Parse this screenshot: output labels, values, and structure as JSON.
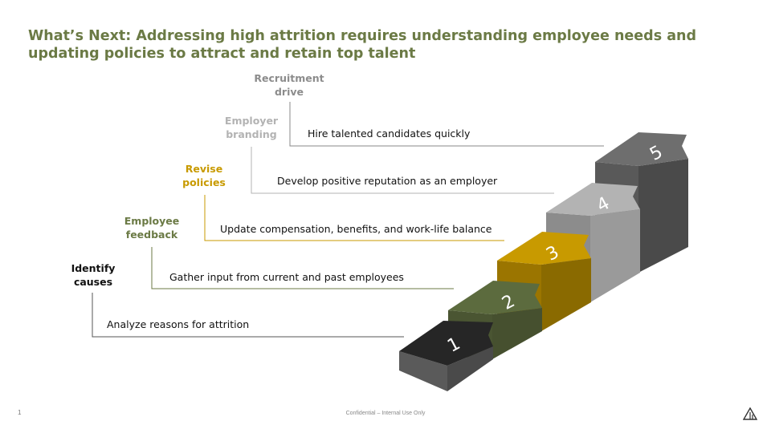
{
  "title": "What’s Next: Addressing high attrition requires understanding employee needs and updating policies to attract and retain top talent",
  "colors": {
    "title": "#6b7a45",
    "step1": "#262626",
    "step2": "#5c6b3e",
    "step3": "#c89a00",
    "step4": "#b3b3b3",
    "step5": "#6e6e6e"
  },
  "steps": [
    {
      "number": "1",
      "label": "Identify causes",
      "description": "Analyze reasons for attrition"
    },
    {
      "number": "2",
      "label": "Employee feedback",
      "description": "Gather input from current and past employees"
    },
    {
      "number": "3",
      "label": "Revise policies",
      "description": "Update compensation, benefits, and work-life balance"
    },
    {
      "number": "4",
      "label": "Employer branding",
      "description": "Develop positive reputation as an employer"
    },
    {
      "number": "5",
      "label": "Recruitment drive",
      "description": "Hire talented candidates quickly"
    }
  ],
  "footer": {
    "page_number": "1",
    "confidential": "Confidential – Internal Use Only"
  },
  "logo_icon": "triangle-logo-icon"
}
